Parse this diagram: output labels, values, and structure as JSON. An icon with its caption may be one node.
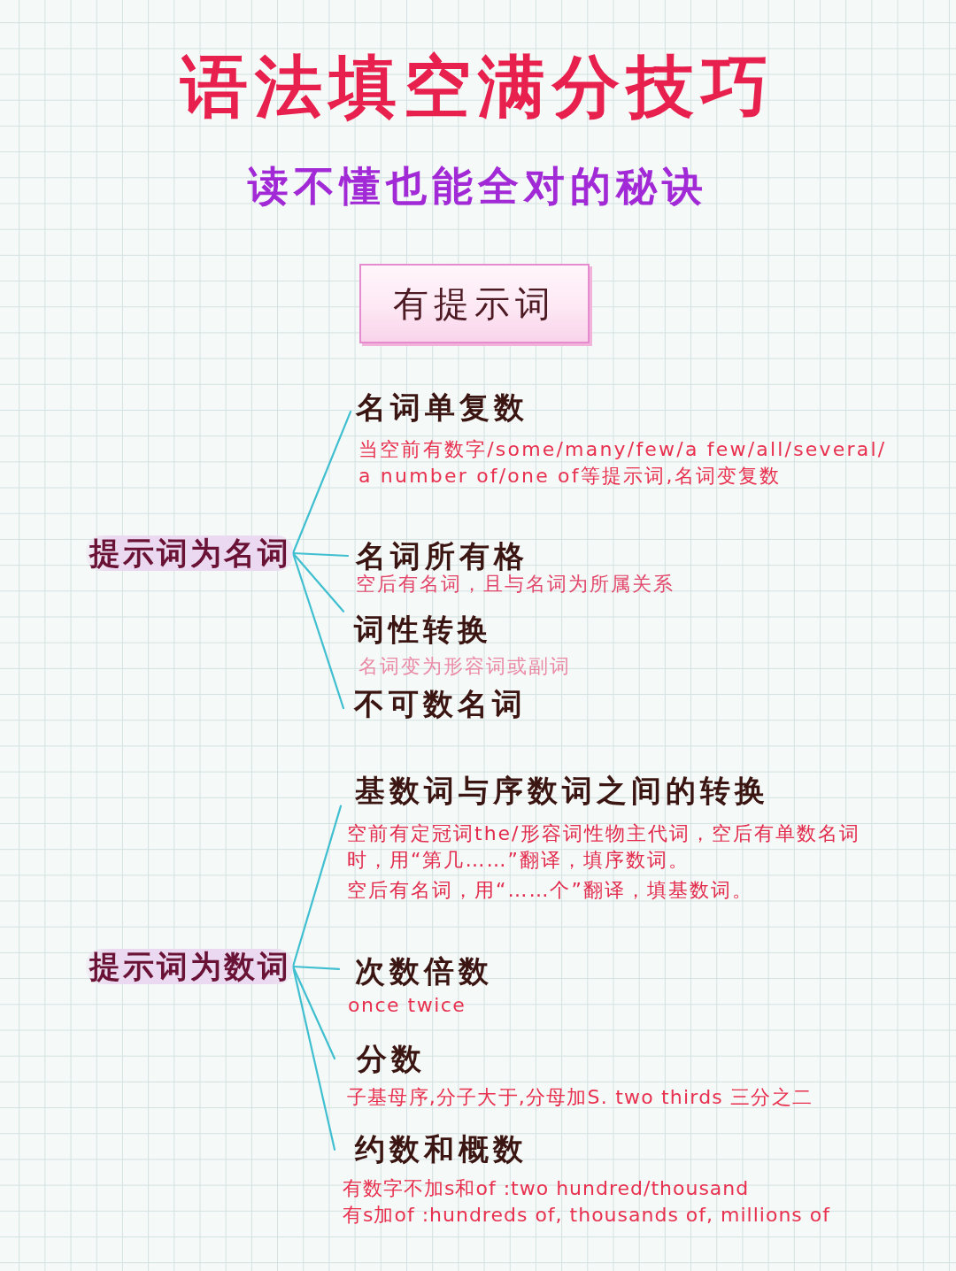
{
  "diagram": {
    "title": "语法填空满分技巧",
    "nodes": [
      {
        "text": [
          "有提示词"
        ]
      },
      {
        "text": [
          "提示词为名词"
        ]
      },
      {
        "text": [
          "名词单复数"
        ],
        "beside": [
          "当空前有数字/some/many/few/a few/all/several/ a number of/one of等提示词,名词变复数"
        ]
      },
      {
        "text": [
          "名词所有格"
        ],
        "beside": [
          "空后有名词，且与名词为所属关系"
        ]
      },
      {
        "text": [
          "词性转换"
        ],
        "beside": [
          "名词变为形容词或副词"
        ]
      },
      {
        "text": [
          "不可数名词"
        ]
      },
      {
        "text": [
          "提示词为数词"
        ]
      },
      {
        "text": [
          "基数词与序数词之间的转换"
        ],
        "beside": [
          "空前有定冠词the/形容词性物主代词，空后有单数名词时，用“第几……”翻译，填序数词。",
          "空后有名词，用“……个”翻译，填基数词。"
        ]
      },
      {
        "text": [
          "次数倍数"
        ],
        "beside": [
          "once twice"
        ]
      },
      {
        "text": [
          "分数"
        ],
        "beside": [
          "子基母序,分子大于,分母加S. two thirds 三分之二"
        ]
      },
      {
        "text": [
          "约数和概数"
        ],
        "beside": [
          "有数字不加s和of :two hundred/thousand",
          "有s加of :hundreds of, thousands of, millions of"
        ]
      }
    ],
    "edges": [
      {
        "from": 1,
        "to": 2,
        "arrow": "none"
      },
      {
        "from": 1,
        "to": 3,
        "arrow": "none"
      },
      {
        "from": 1,
        "to": 4,
        "arrow": "none"
      },
      {
        "from": 1,
        "to": 5,
        "arrow": "none"
      },
      {
        "from": 6,
        "to": 7,
        "arrow": "none"
      },
      {
        "from": 6,
        "to": 8,
        "arrow": "none"
      },
      {
        "from": 6,
        "to": 9,
        "arrow": "none"
      },
      {
        "from": 6,
        "to": 10,
        "arrow": "none"
      }
    ],
    "labels": [
      "读不懂也能全对的秘诀"
    ]
  }
}
